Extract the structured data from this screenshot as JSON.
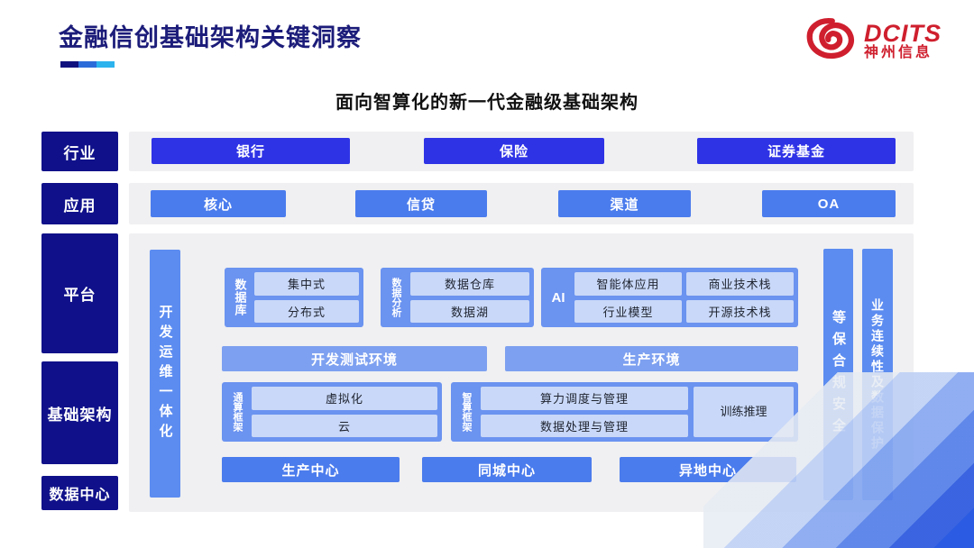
{
  "header": {
    "title": "金融信创基础架构关键洞察",
    "logo_brand": "DCITS",
    "logo_company": "神州信息"
  },
  "subtitle": "面向智算化的新一代金融级基础架构",
  "side_labels": {
    "industry": "行业",
    "application": "应用",
    "platform": "平台",
    "infrastructure": "基础架构",
    "datacenter": "数据中心"
  },
  "industry_row": [
    "银行",
    "保险",
    "证券基金"
  ],
  "application_row": [
    "核心",
    "信贷",
    "渠道",
    "OA"
  ],
  "platform": {
    "devops_bar": "开发运维一体化",
    "database_group": {
      "label": "数据库",
      "items": [
        "集中式",
        "分布式"
      ]
    },
    "analytics_group": {
      "label": "数据分析",
      "items": [
        "数据仓库",
        "数据湖"
      ]
    },
    "ai_group": {
      "label": "AI",
      "items": [
        "智能体应用",
        "商业技术栈",
        "行业模型",
        "开源技术栈"
      ]
    },
    "env_bars": [
      "开发测试环境",
      "生产环境"
    ],
    "general_compute_group": {
      "label": "通算框架",
      "items": [
        "虚拟化",
        "云"
      ]
    },
    "ai_compute_group": {
      "label": "智算框架",
      "items": [
        "算力调度与管理",
        "数据处理与管理"
      ],
      "side_item": "训练推理"
    },
    "centers": [
      "生产中心",
      "同城中心",
      "异地中心"
    ],
    "security_bars": [
      "等保合规安全",
      "业务连续性及数据保护"
    ]
  },
  "colors": {
    "navy_label": "#10118a",
    "title_navy": "#1c1c7a",
    "bright_blue": "#2f33e6",
    "medium_blue": "#4b7ced",
    "bar_blue": "#5c8cf0",
    "group_blue": "#6b93f0",
    "env_blue": "#7da0f0",
    "inner_light": "#c9d8f8",
    "panel_gray": "#f0f0f2",
    "logo_red": "#cf1f2e"
  }
}
